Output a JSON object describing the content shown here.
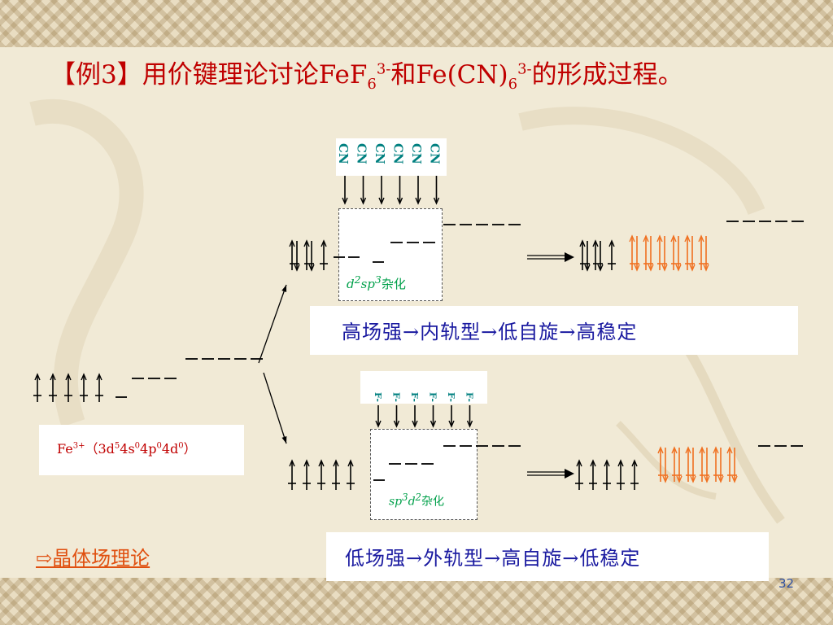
{
  "title": {
    "prefix": "【例3】用价键理论讨论FeF",
    "sub1": "6",
    "sup1": "3-",
    "mid": "和Fe(CN)",
    "sub2": "6",
    "sup2": "3-",
    "suffix": "的形成过程。"
  },
  "ligands": {
    "top": "CN",
    "bottom": "F-"
  },
  "hybridization": {
    "upper": {
      "prefix": "d",
      "sup1": "2",
      "mid": "sp",
      "sup2": "3",
      "suffix": "杂化"
    },
    "lower": {
      "prefix": "sp",
      "sup1": "3",
      "mid": "d",
      "sup2": "2",
      "suffix": "杂化"
    }
  },
  "fe_ion": {
    "prefix": "Fe",
    "charge": "3+",
    "config": "（3d",
    "e1": "5",
    "p2": "4s",
    "e2": "0",
    "p3": "4p",
    "e3": "0",
    "p4": "4d",
    "e4": "0",
    "close": "）"
  },
  "rule_upper": "高场强→内轨型→低自旋→高稳定",
  "rule_lower": "低场强→外轨型→高自旋→低稳定",
  "crystal_field_link": "⇨晶体场理论",
  "page_number": "32",
  "colors": {
    "title": "#c00000",
    "arrows": "#000000",
    "ligand_electrons": "#f07020",
    "ligand_text": "#008080",
    "hybrid_label": "#00a04a",
    "rule_text": "#1a1aa0",
    "link": "#e05010"
  }
}
